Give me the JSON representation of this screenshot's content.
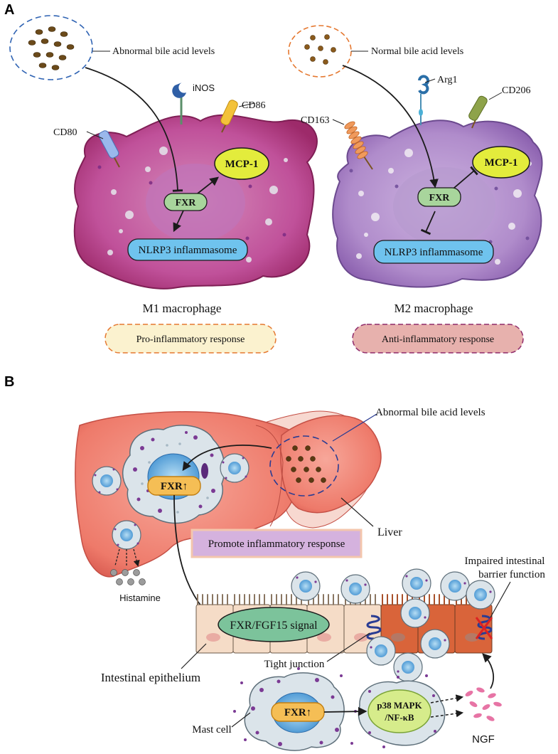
{
  "panel_a": {
    "label": "A",
    "m1": {
      "bile_label": "Abnormal bile acid levels",
      "markers": {
        "inos": "iNOS",
        "cd86": "CD86",
        "cd80": "CD80"
      },
      "fxr": "FXR",
      "mcp1": "MCP-1",
      "nlrp3": "NLRP3 inflammasome",
      "title": "M1 macrophage",
      "response": "Pro-inflammatory response"
    },
    "m2": {
      "bile_label": "Normal bile acid levels",
      "markers": {
        "arg1": "Arg1",
        "cd206": "CD206",
        "cd163": "CD163"
      },
      "fxr": "FXR",
      "mcp1": "MCP-1",
      "nlrp3": "NLRP3 inflammasome",
      "title": "M2 macrophage",
      "response": "Anti-inflammatory response"
    }
  },
  "panel_b": {
    "label": "B",
    "bile_label": "Abnormal bile acid levels",
    "liver_label": "Liver",
    "fxr_up": "FXR↑",
    "promote": "Promote inflammatory response",
    "histamine": "Histamine",
    "impaired": [
      "Impaired intestinal",
      "barrier function"
    ],
    "fgf15": "FXR/FGF15 signal",
    "tight_junction": "Tight junction",
    "intestinal_epithelium": "Intestinal epithelium",
    "mast_cell": "Mast cell",
    "mast_fxr": "FXR↑",
    "p38": [
      "p38 MAPK",
      "/NF-κB"
    ],
    "ngf": "NGF"
  },
  "colors": {
    "m1_fill": "#b1357a",
    "m1_inner": "#cb6aa6",
    "m2_fill": "#9b6fb8",
    "m2_inner": "#c2a0d7",
    "fxr_green": "#a8d59c",
    "mcp1_yellow": "#e3ec3c",
    "nlrp3_blue": "#6fc3ee",
    "liver": "#ef7f6f",
    "enterocyte": "#f5dcc7",
    "damaged_enterocyte": "#d9643a",
    "fxr_up_orange": "#f5be55",
    "promote_box": "#d5b2de"
  }
}
